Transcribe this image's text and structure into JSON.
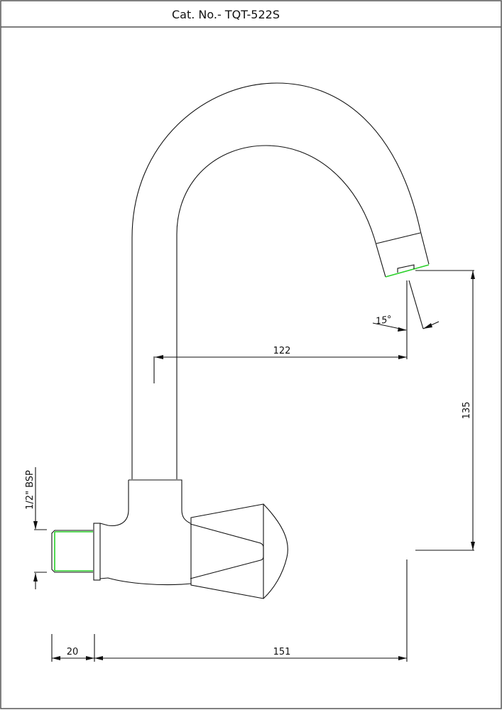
{
  "header": {
    "title": "Cat. No.- TQT-522S"
  },
  "dimensions": {
    "spout_reach": "122",
    "spout_height": "135",
    "spout_angle": "15°",
    "inlet_thread": "1/2\" BSP",
    "thread_length": "20",
    "overall_length": "151"
  },
  "colors": {
    "line": "#111111",
    "thread_highlight": "#2ad12a",
    "frame": "#555555"
  }
}
